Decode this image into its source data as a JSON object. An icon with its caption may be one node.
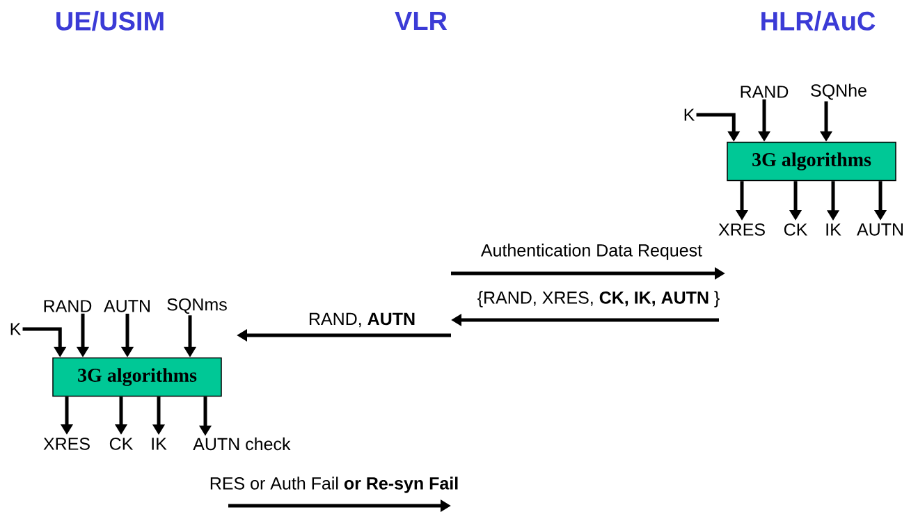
{
  "diagram": {
    "nodes": [
      {
        "text": [
          "3G algorithms"
        ]
      },
      {
        "text": [
          "K"
        ]
      },
      {
        "text": [
          "RAND"
        ]
      },
      {
        "text": [
          "SQNhe"
        ]
      },
      {
        "text": [
          "XRES"
        ]
      },
      {
        "text": [
          "CK"
        ]
      },
      {
        "text": [
          "IK"
        ]
      },
      {
        "text": [
          "AUTN"
        ]
      },
      {
        "text": [
          "3G algorithms"
        ]
      },
      {
        "text": [
          "K"
        ]
      },
      {
        "text": [
          "RAND"
        ]
      },
      {
        "text": [
          "AUTN"
        ]
      },
      {
        "text": [
          "SQNms"
        ]
      },
      {
        "text": [
          "XRES"
        ]
      },
      {
        "text": [
          "CK"
        ]
      },
      {
        "text": [
          "IK"
        ]
      },
      {
        "text": [
          "AUTN check"
        ]
      }
    ],
    "edges": [
      {
        "from": 1,
        "to": 0,
        "arrow": "to"
      },
      {
        "from": 2,
        "to": 0,
        "arrow": "to"
      },
      {
        "from": 3,
        "to": 0,
        "arrow": "to"
      },
      {
        "from": 0,
        "to": 4,
        "arrow": "to"
      },
      {
        "from": 0,
        "to": 5,
        "arrow": "to"
      },
      {
        "from": 0,
        "to": 6,
        "arrow": "to"
      },
      {
        "from": 0,
        "to": 7,
        "arrow": "to"
      },
      {
        "from": 9,
        "to": 8,
        "arrow": "to"
      },
      {
        "from": 10,
        "to": 8,
        "arrow": "to"
      },
      {
        "from": 11,
        "to": 8,
        "arrow": "to"
      },
      {
        "from": 12,
        "to": 8,
        "arrow": "to"
      },
      {
        "from": 8,
        "to": 13,
        "arrow": "to"
      },
      {
        "from": 8,
        "to": 14,
        "arrow": "to"
      },
      {
        "from": 8,
        "to": 15,
        "arrow": "to"
      },
      {
        "from": 8,
        "to": 16,
        "arrow": "to"
      }
    ],
    "labels": [
      "UE/USIM",
      "VLR",
      "HLR/AuC",
      "Authentication Data Request",
      "{RAND, XRES, **CK, IK, AUTN** }",
      "RAND, **AUTN**",
      "RES or Auth Fail **or Re-syn Fail**"
    ]
  }
}
